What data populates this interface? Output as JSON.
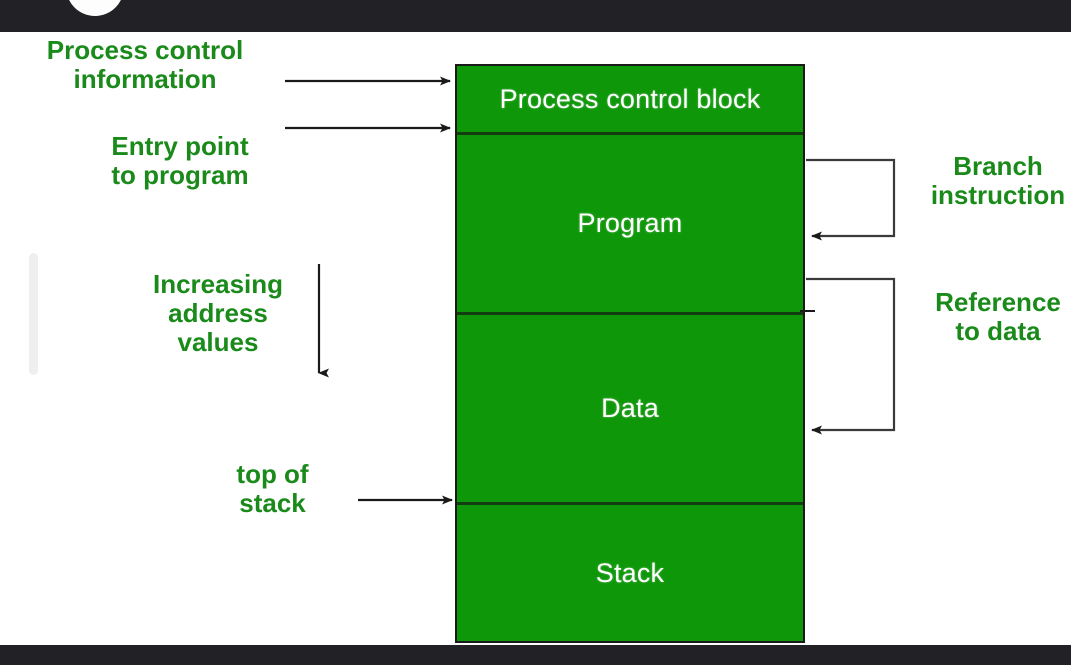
{
  "page": {
    "title": "Process control block / program / data / stack memory layout",
    "background_color": "#ffffff",
    "chrome_color": "#212126"
  },
  "chrome": {
    "top_bar_name": "top-bar",
    "bottom_bar_name": "bottom-bar",
    "camera_notch": "camera-circle"
  },
  "colors": {
    "block_fill": "#0f970a",
    "block_border": "#1a1a1a",
    "label_green": "#1a8a1a",
    "segment_text": "#ffffff",
    "arrow": "#1a1a1a",
    "scrollbar": "#efefef"
  },
  "diagram": {
    "segments": [
      {
        "id": "pcb",
        "label": "Process control block"
      },
      {
        "id": "program",
        "label": "Program"
      },
      {
        "id": "data",
        "label": "Data"
      },
      {
        "id": "stack",
        "label": "Stack"
      }
    ],
    "left_labels": [
      {
        "id": "process-control-information",
        "text": "Process control\ninformation"
      },
      {
        "id": "entry-point-to-program",
        "text": "Entry point\nto program"
      },
      {
        "id": "increasing-address-values",
        "text": "Increasing\naddress\nvalues"
      },
      {
        "id": "top-of-stack",
        "text": "top of\nstack"
      }
    ],
    "right_labels": [
      {
        "id": "branch-instruction",
        "text": "Branch\ninstruction"
      },
      {
        "id": "reference-to-data",
        "text": "Reference\nto data"
      }
    ]
  }
}
